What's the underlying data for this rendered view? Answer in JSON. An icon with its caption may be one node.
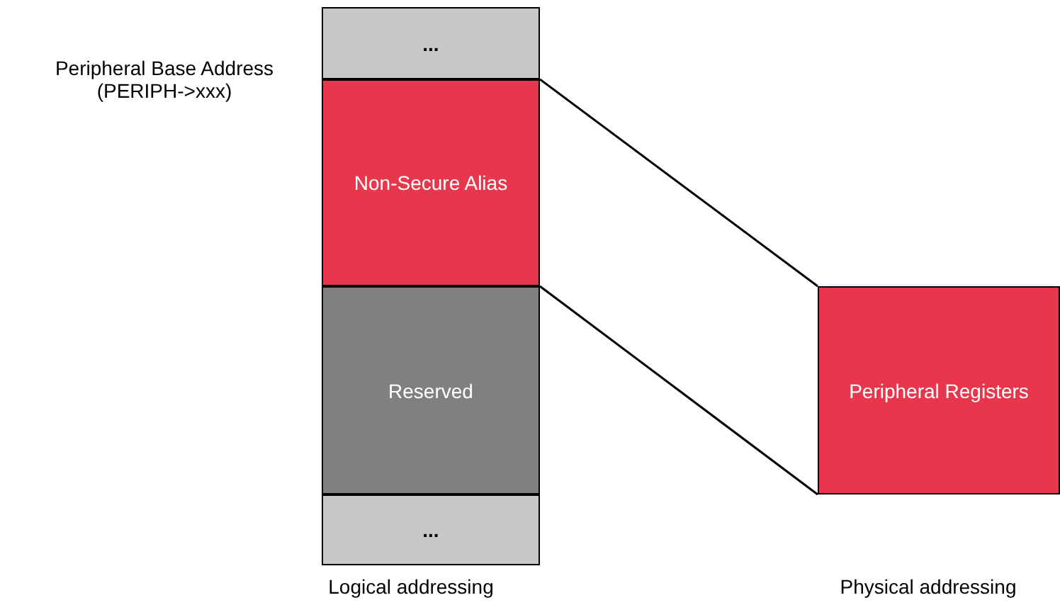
{
  "diagram": {
    "nodes": [
      {
        "text": [
          "..."
        ]
      },
      {
        "text": [
          "Non-Secure Alias"
        ]
      },
      {
        "text": [
          "Reserved"
        ]
      },
      {
        "text": [
          "..."
        ]
      },
      {
        "text": [
          "Peripheral Registers"
        ]
      }
    ],
    "edges": [
      {
        "from": 1,
        "to": 4,
        "arrow": "none"
      },
      {
        "from": 1,
        "to": 4,
        "arrow": "none"
      }
    ],
    "labels": [
      "Peripheral Base Address (PERIPH->xxx)",
      "Logical addressing",
      "Physical addressing"
    ]
  }
}
